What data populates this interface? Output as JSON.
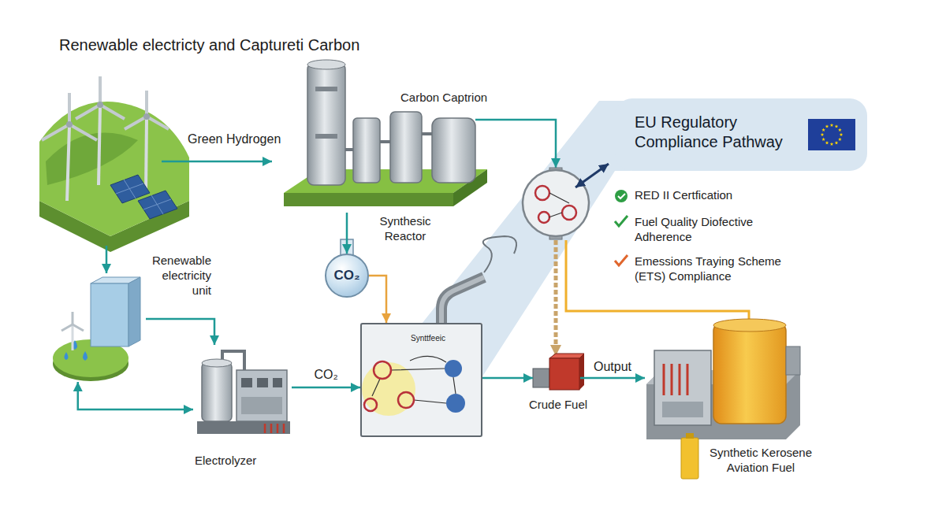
{
  "diagram": {
    "title": "Renewable electricty and Captureti Carbon",
    "nodes": [
      {
        "text": [
          "Synthesic Reactor"
        ]
      },
      {
        "text": [
          "CO₂"
        ]
      },
      {
        "text": [
          "Renewable electricity unit"
        ]
      },
      {
        "text": [
          "Electrolyzer"
        ]
      },
      {
        "text": [
          "EU Regulatory Compliance Pathway"
        ]
      },
      {
        "text": [
          "Synttfeeic"
        ]
      },
      {
        "text": [
          "Crude Fuel"
        ]
      },
      {
        "text": [
          "Synthetic Kerosene Aviation Fuel"
        ]
      }
    ],
    "edges": [
      {
        "from": 0,
        "to": 1,
        "arrow": "to"
      },
      {
        "from": 1,
        "to": 5,
        "arrow": "to"
      },
      {
        "from": 2,
        "to": 3,
        "arrow": "to"
      },
      {
        "from": 2,
        "to": 3,
        "arrow": "both"
      },
      {
        "from": 3,
        "to": 5,
        "label": "CO₂",
        "arrow": "to"
      },
      {
        "from": 5,
        "to": 6,
        "arrow": "to"
      },
      {
        "from": 6,
        "to": 7,
        "label": "Output",
        "arrow": "to"
      }
    ],
    "labels": [
      "Green Hydrogen",
      "Carbon Captrion",
      "RED II Certfication",
      "Fuel Quality Diofective Adherence",
      "Emessions Traying Scheme (ETS) Compliance"
    ]
  }
}
